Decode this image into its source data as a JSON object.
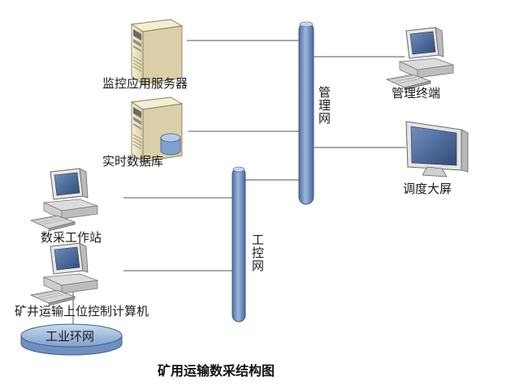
{
  "diagram": {
    "title": "矿用运输数采结构图",
    "buses": {
      "management": {
        "label": "管理网"
      },
      "control": {
        "label": "工控网"
      }
    },
    "nodes": {
      "monitor_server": {
        "label": "监控应用服务器",
        "icon": "server-icon"
      },
      "realtime_db": {
        "label": "实时数据库",
        "icon": "database-server-icon"
      },
      "data_station": {
        "label": "数采工作站",
        "icon": "workstation-icon"
      },
      "upper_computer": {
        "label": "矿井运输上位控制计算机",
        "icon": "workstation-icon"
      },
      "industrial_ring": {
        "label": "工业环网",
        "icon": "ring-network-icon"
      },
      "mgmt_terminal": {
        "label": "管理终端",
        "icon": "workstation-icon"
      },
      "dispatch_screen": {
        "label": "调度大屏",
        "icon": "monitor-icon"
      }
    },
    "colors": {
      "bus_fill": "#7f9fc8",
      "bus_stroke": "#3c5a86",
      "line": "#555555",
      "server_body": "#efe6c4",
      "monitor_frame": "#e6e6e6",
      "screen": "#4c6d9e",
      "ring_fill": "#a9c3e3"
    }
  }
}
